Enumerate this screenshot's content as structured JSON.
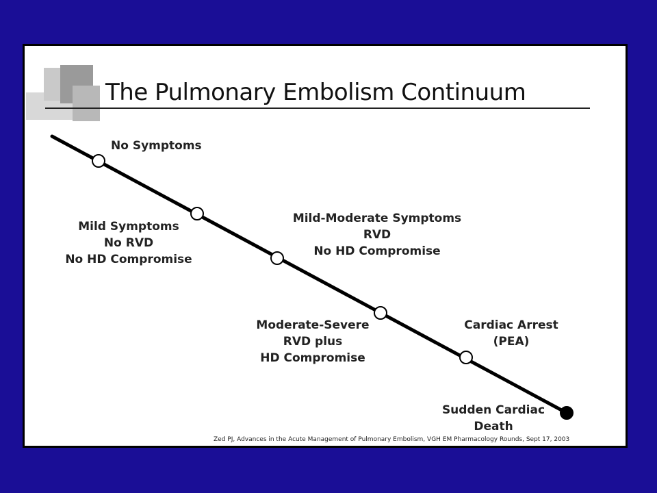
{
  "slide": {
    "title": "The Pulmonary Embolism Continuum",
    "citation": "Zed PJ, Advances in the Acute Management of Pulmonary Embolism, VGH EM Pharmacology Rounds, Sept 17, 2003"
  },
  "continuum": {
    "stages": [
      {
        "lines": [
          "No Symptoms"
        ],
        "marker": "open-circle"
      },
      {
        "lines": [
          "Mild Symptoms",
          "No RVD",
          "No HD Compromise"
        ],
        "marker": "open-circle"
      },
      {
        "lines": [
          "Mild-Moderate Symptoms",
          "RVD",
          "No HD Compromise"
        ],
        "marker": "open-circle"
      },
      {
        "lines": [
          "Moderate-Severe",
          "RVD plus",
          "HD Compromise"
        ],
        "marker": "open-circle"
      },
      {
        "lines": [
          "Cardiac Arrest",
          "(PEA)"
        ],
        "marker": "open-circle"
      },
      {
        "lines": [
          "Sudden Cardiac",
          "Death"
        ],
        "marker": "filled-circle"
      }
    ]
  },
  "colors": {
    "background": "#1a0e96",
    "slide": "#ffffff",
    "line": "#000000",
    "text": "#222222"
  }
}
